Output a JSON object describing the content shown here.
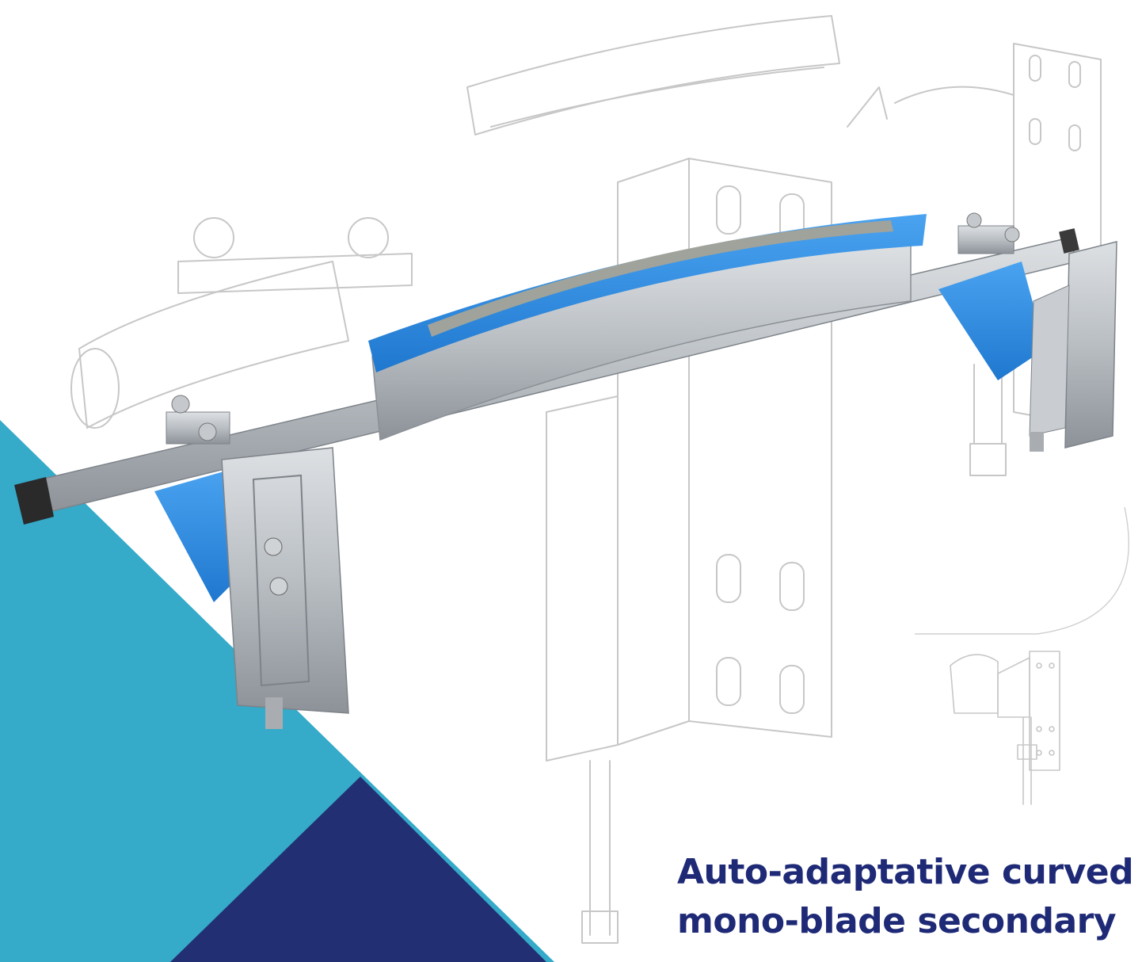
{
  "headline": {
    "line1": "Auto-adaptative curved",
    "line2": "mono-blade secondary"
  },
  "colors": {
    "light_triangle": "#35aac9",
    "dark_triangle": "#222f72",
    "headline_text": "#1f2a77",
    "blade": "#2f8fe6",
    "steel": "#b9bec3"
  },
  "icons": {
    "main_render": "belt-scraper-render",
    "background_drawing": "scraper-line-drawing",
    "detail_drawing": "bracket-detail-drawing"
  }
}
